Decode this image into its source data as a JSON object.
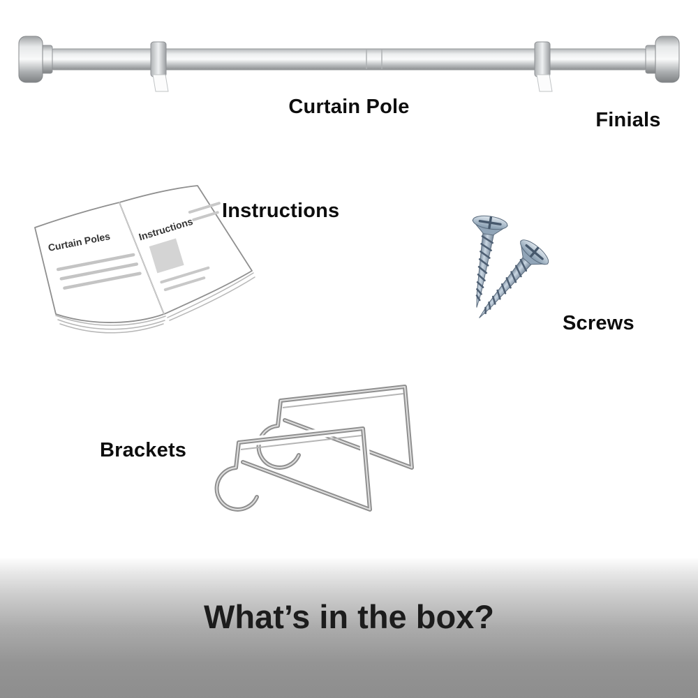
{
  "labels": {
    "curtain_pole": "Curtain Pole",
    "finials": "Finials",
    "instructions": "Instructions",
    "screws": "Screws",
    "brackets": "Brackets"
  },
  "booklet": {
    "left_page_title": "Curtain Poles",
    "right_page_title": "Instructions"
  },
  "banner": {
    "title": "What’s in the box?"
  },
  "illustrations": {
    "curtain_pole": "curtain-pole-with-finials-and-clips",
    "booklet": "open-instruction-booklet",
    "screws": "two-steel-screws",
    "brackets": "two-double-metal-brackets"
  },
  "colors": {
    "background": "#ffffff",
    "label_text": "#0d0d0d",
    "banner_text": "#1c1c1c",
    "banner_top": "#fdfdfd",
    "banner_bottom": "#8d8d8d",
    "metal_highlight": "#fafbfb",
    "metal_shadow": "#8c8f91",
    "screw_steel": "#8fa3b8",
    "bracket_wire": "#8f8f8f"
  }
}
